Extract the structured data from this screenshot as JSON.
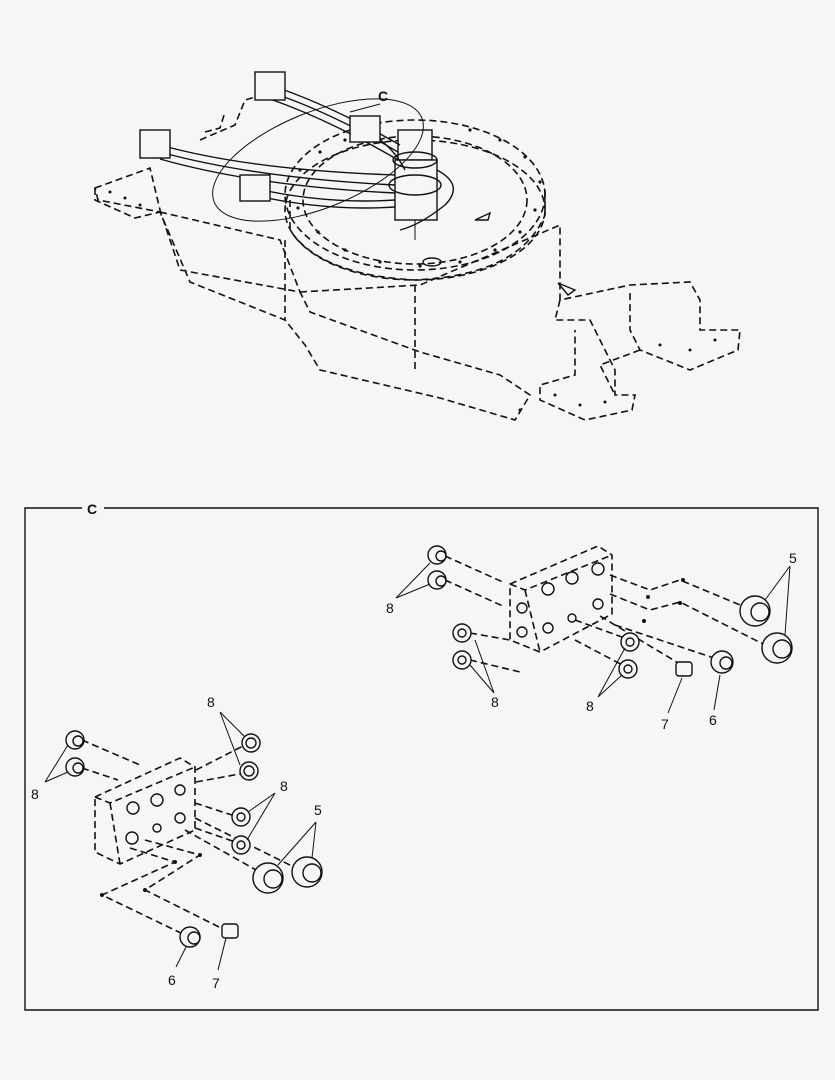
{
  "top_view": {
    "detail_marker": "C"
  },
  "detail_panel": {
    "label": "C",
    "callouts": {
      "upper_5": "5",
      "upper_8_left": "8",
      "upper_8_bottom_left": "8",
      "upper_8_bottom_mid": "8",
      "upper_7": "7",
      "upper_6": "6",
      "lower_8_top": "8",
      "lower_8_left": "8",
      "lower_8_right": "8",
      "lower_5": "5",
      "lower_6": "6",
      "lower_7": "7"
    }
  }
}
